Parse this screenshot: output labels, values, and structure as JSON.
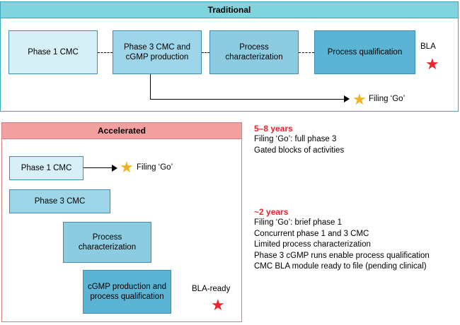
{
  "traditional": {
    "header": "Traditional",
    "boxes": [
      {
        "label": "Phase 1 CMC"
      },
      {
        "label": "Phase 3 CMC and cGMP production"
      },
      {
        "label": "Process characterization"
      },
      {
        "label": "Process qualification"
      }
    ],
    "bla_label": "BLA",
    "filing_label": "Filing ‘Go’",
    "star_red": "★",
    "star_gold": "★"
  },
  "accelerated": {
    "header": "Accelerated",
    "boxes": [
      {
        "label": "Phase 1 CMC"
      },
      {
        "label": "Phase 3 CMC"
      },
      {
        "label": "Process characterization"
      },
      {
        "label": "cGMP production and process qualification"
      }
    ],
    "filing_label": "Filing ‘Go’",
    "bla_ready_label": "BLA-ready",
    "star_red": "★",
    "star_gold": "★"
  },
  "notes": {
    "traditional": {
      "title": "5–8 years",
      "lines": [
        "Filing ‘Go’: full phase 3",
        "Gated blocks of activities"
      ]
    },
    "accelerated": {
      "title": "~2 years",
      "lines": [
        "Filing ‘Go’: brief phase 1",
        "Concurrent phase 1 and 3 CMC",
        "Limited process characterization",
        "Phase 3 cGMP runs enable process qualification",
        "CMC BLA module ready to file (pending clinical)"
      ]
    }
  },
  "colors": {
    "traditional_header": "#7fd4dd",
    "accelerated_header": "#f2a0a0",
    "accent_red": "#e8262b",
    "accent_gold": "#f0b323",
    "box_border": "#3f8fb0"
  }
}
